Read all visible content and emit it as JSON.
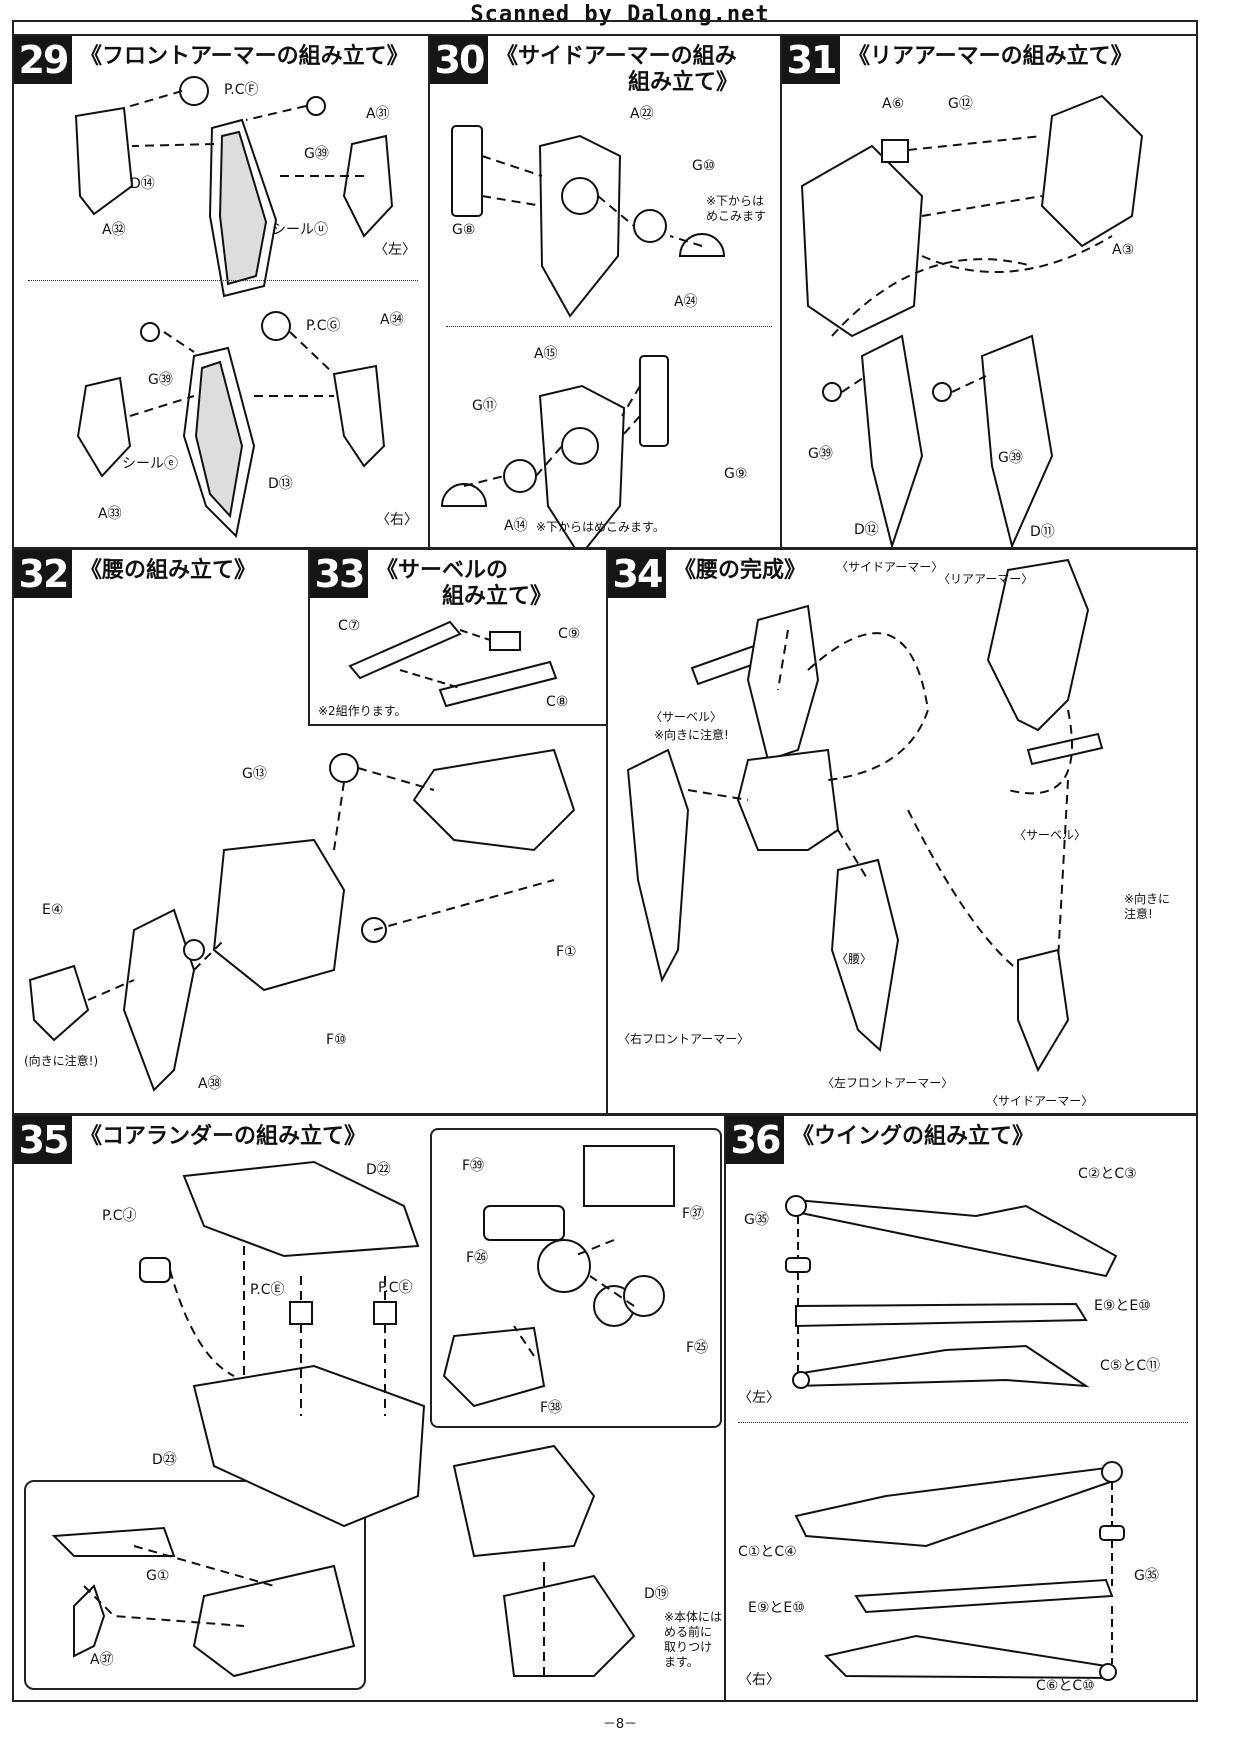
{
  "header": "Scanned by Dalong.net",
  "page_number": "－8－",
  "steps": {
    "s29": {
      "num": "29",
      "title": "《フロントアーマーの組み立て》",
      "labels": {
        "pcf": "P.CⒻ",
        "a31": "A㉛",
        "g39a": "G㊴",
        "d14": "D⑭",
        "a32": "A㉜",
        "seal_u": "シールⓤ",
        "left": "〈左〉",
        "pcg": "P.CⒼ",
        "a34": "A㉞",
        "g39b": "G㊴",
        "seal_e": "シールⓔ",
        "d13": "D⑬",
        "a33": "A㉝",
        "right": "〈右〉"
      }
    },
    "s30": {
      "num": "30",
      "title": "《サイドアーマーの組み\n　　　　　　組み立て》",
      "labels": {
        "a22": "A㉒",
        "g10": "G⑩",
        "note1": "※下からは\nめこみます",
        "g8": "G⑧",
        "a24": "A㉔",
        "a15": "A⑮",
        "g11": "G⑪",
        "g9": "G⑨",
        "a14": "A⑭",
        "note2": "※下からはめこみます。"
      }
    },
    "s31": {
      "num": "31",
      "title": "《リアアーマーの組み立て》",
      "labels": {
        "a6": "A⑥",
        "g12": "G⑫",
        "a3": "A③",
        "g39a": "G㊴",
        "g39b": "G㊴",
        "d12": "D⑫",
        "d11": "D⑪"
      }
    },
    "s32": {
      "num": "32",
      "title": "《腰の組み立て》",
      "labels": {
        "g13": "G⑬",
        "e4": "E④",
        "f1": "F①",
        "f10": "F⑩",
        "a38": "A㊳",
        "caution": "(向きに注意!)"
      }
    },
    "s33": {
      "num": "33",
      "title": "《サーベルの\n　　　組み立て》",
      "labels": {
        "c7": "C⑦",
        "c9": "C⑨",
        "c8": "C⑧",
        "note": "※2組作ります。"
      }
    },
    "s34": {
      "num": "34",
      "title": "《腰の完成》",
      "labels": {
        "side_armor_top": "〈サイドアーマー〉",
        "rear_armor": "〈リアアーマー〉",
        "saber_left": "〈サーベル〉",
        "caution_left": "※向きに注意!",
        "saber_right": "〈サーベル〉",
        "caution_right": "※向きに\n注意!",
        "waist": "〈腰〉",
        "right_front": "〈右フロントアーマー〉",
        "left_front": "〈左フロントアーマー〉",
        "side_armor_bottom": "〈サイドアーマー〉"
      }
    },
    "s35": {
      "num": "35",
      "title": "《コアランダーの組み立て》",
      "labels": {
        "d22": "D㉒",
        "pcj": "P.CⒿ",
        "pce1": "P.CⒺ",
        "pce2": "P.CⒺ",
        "d23": "D㉓",
        "f39": "F㊴",
        "f37": "F㊲",
        "f26": "F㉖",
        "f25": "F㉕",
        "f38": "F㊳",
        "g1": "G①",
        "a37": "A㊲",
        "d19": "D⑲",
        "note": "※本体には\nめる前に\n取りつけ\nます。"
      }
    },
    "s36": {
      "num": "36",
      "title": "《ウイングの組み立て》",
      "labels": {
        "c2c3": "C②とC③",
        "g35a": "G㉟",
        "e9e10a": "E⑨とE⑩",
        "c5c11": "C⑤とC⑪",
        "left": "〈左〉",
        "c1c4": "C①とC④",
        "g35b": "G㉟",
        "e9e10b": "E⑨とE⑩",
        "c6c10": "C⑥とC⑩",
        "right": "〈右〉"
      }
    }
  }
}
